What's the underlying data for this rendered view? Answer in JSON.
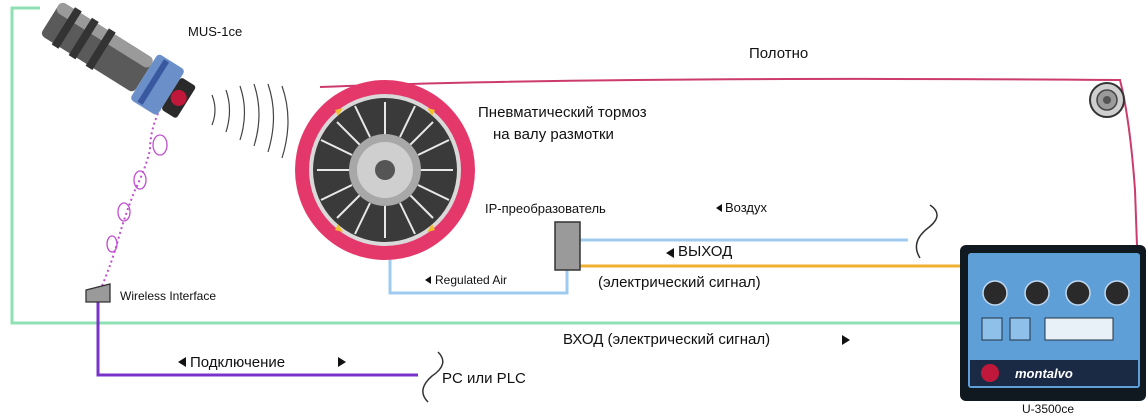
{
  "sensor": {
    "label": "MUS-1ce"
  },
  "web": {
    "label": "Полотно"
  },
  "brake": {
    "line1": "Пневматический тормоз",
    "line2": "на валу размотки"
  },
  "converter": {
    "label": "IP-преобразователь"
  },
  "air_in": {
    "label": "Воздух"
  },
  "output": {
    "label": "ВЫХОД",
    "sub": "(электрический сигнал)"
  },
  "regulated_air": {
    "label": "Regulated Air"
  },
  "wireless": {
    "label": "Wireless Interface"
  },
  "input": {
    "label": "ВХОД (электрический сигнал)"
  },
  "connection": {
    "label": "Подключение"
  },
  "pc": {
    "label": "PC или PLC"
  },
  "controller": {
    "label": "U-3500ce",
    "brand": "montalvo"
  },
  "colors": {
    "green_line": "#8fe0b4",
    "pink_line": "#cc3b6e",
    "blue_line": "#9fcbf0",
    "orange_line": "#f0b030",
    "purple_line": "#7a33c8",
    "brake_ring": "#e4386a",
    "controller_face": "#5f9fd8",
    "controller_frame": "#101820"
  }
}
